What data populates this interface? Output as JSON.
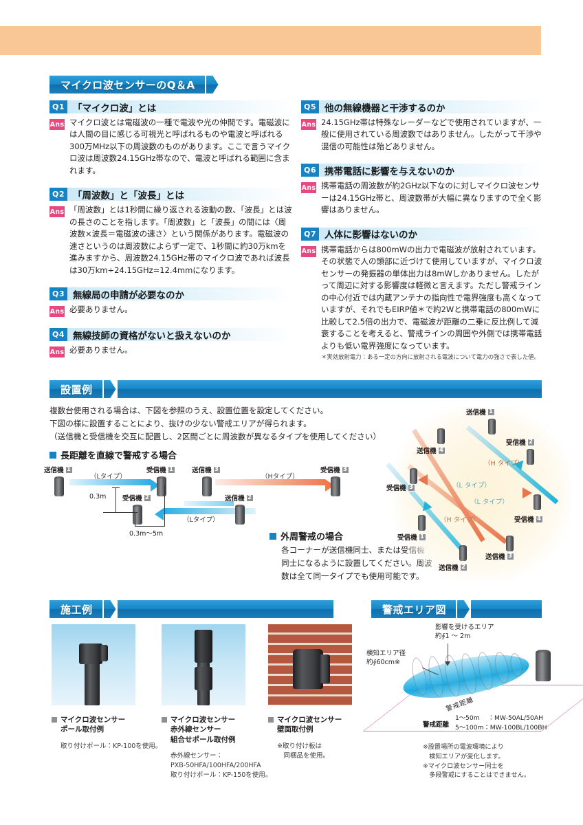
{
  "page": {
    "banner_color": "#f9c795",
    "accent_blue": "#1782c4",
    "accent_pink": "#e6497f"
  },
  "qa_section": {
    "heading": "マイクロ波センサーのQ＆A",
    "ans_badge": "Ans",
    "left": [
      {
        "id": "Q1",
        "question": "「マイクロ波」とは",
        "answer": "マイクロ波とは電磁波の一種で電波や光の仲間です。電磁波には人間の目に感じる可視光と呼ばれるものや電波と呼ばれる300万MHz以下の周波数のものがあります。ここで言うマイクロ波は周波数24.15GHz帯なので、電波と呼ばれる範囲に含まれます。"
      },
      {
        "id": "Q2",
        "question": "「周波数」と「波長」とは",
        "answer": "「周波数」とは1秒間に繰り返される波動の数、「波長」とは波の長さのことを指します。「周波数」と「波長」の間には〈周波数×波長＝電磁波の速さ〉という関係があります。電磁波の速さというのは周波数によらず一定で、1秒間に約30万kmを進みますから、周波数24.15GHz帯のマイクロ波であれば波長は30万km÷24.15GHz=12.4mmになります。"
      },
      {
        "id": "Q3",
        "question": "無線局の申請が必要なのか",
        "answer": "必要ありません。"
      },
      {
        "id": "Q4",
        "question": "無線技師の資格がないと扱えないのか",
        "answer": "必要ありません。"
      }
    ],
    "right": [
      {
        "id": "Q5",
        "question": "他の無線機器と干渉するのか",
        "answer": "24.15GHz帯は特殊なレーダーなどで使用されていますが、一般に使用されている周波数ではありません。したがって干渉や混信の可能性は殆どありません。"
      },
      {
        "id": "Q6",
        "question": "携帯電話に影響を与えないのか",
        "answer": "携帯電話の周波数が約2GHz以下なのに対しマイクロ波センサーは24.15GHz帯と、周波数帯が大幅に異なりますので全く影響はありません。"
      },
      {
        "id": "Q7",
        "question": "人体に影響はないのか",
        "answer": "携帯電話からは800mWの出力で電磁波が放射されています。その状態で人の頭部に近づけて使用していますが、マイクロ波センサーの発振器の単体出力は8mWしかありません。したがって周辺に対する影響度は軽微と言えます。ただし警戒ラインの中心付近では内蔵アンテナの指向性で電界強度も高くなっていますが、それでもEIRP値＊で約2Wと携帯電話の800mWに比較して2.5倍の出力で、電磁波が距離の二乗に反比例して減衰することを考えると、警戒ラインの周囲や外側では携帯電話よりも低い電界強度になっています。",
        "footnote": "＊実効放射電力：ある一定の方向に放射される電波について電力の強さで表した値。"
      }
    ]
  },
  "install_section": {
    "heading": "設置例",
    "intro_line1": "複数台使用される場合は、下図を参照のうえ、設置位置を設定してください。",
    "intro_line2": "下図の様に設置することにより、抜けの少ない警戒エリアが得られます。",
    "intro_line3": "（送信機と受信機を交互に配置し、2区間ごとに周波数が異なるタイプを使用してください）",
    "straight": {
      "title": "長距離を直線で警戒する場合",
      "devices": [
        {
          "label": "送信機",
          "num": "1"
        },
        {
          "label": "受信機",
          "num": "1"
        },
        {
          "label": "送信機",
          "num": "3"
        },
        {
          "label": "受信機",
          "num": "3"
        },
        {
          "label": "受信機",
          "num": "2"
        },
        {
          "label": "送信機",
          "num": "2"
        }
      ],
      "type_l_top": "（Lタイプ）",
      "type_h_top": "（Hタイプ）",
      "type_l_bottom": "（Lタイプ）",
      "dim_vertical": "0.3m",
      "dim_horizontal": "0.3m～5m"
    },
    "perimeter": {
      "title": "外周警戒の場合",
      "body_line1": "各コーナーが送信機同士、または受信機",
      "body_line2": "同士になるように設置してください。周波",
      "body_line3": "数は全て同一タイプでも使用可能です。",
      "devices": [
        {
          "label": "送信機",
          "num": "1"
        },
        {
          "label": "受信機",
          "num": "2"
        },
        {
          "label": "受信機",
          "num": "4"
        },
        {
          "label": "送信機",
          "num": "3"
        },
        {
          "label": "送信機",
          "num": "2"
        },
        {
          "label": "受信機",
          "num": "1"
        },
        {
          "label": "受信機",
          "num": "3"
        },
        {
          "label": "送信機",
          "num": "4"
        }
      ],
      "type_h_upper": "（H タイプ）",
      "type_l_upper": "（L タイプ）",
      "type_l_lower": "（L タイプ）",
      "type_h_lower": "（H タイプ）"
    }
  },
  "construction_section": {
    "heading": "施工例",
    "items": [
      {
        "title_line1": "マイクロ波センサー",
        "title_line2": "ポール取付例",
        "title_line3": "",
        "body": "取り付けポール：KP-100を使用。"
      },
      {
        "title_line1": "マイクロ波センサー",
        "title_line2": "赤外線センサー",
        "title_line3": "組合せポール取付例",
        "body": "赤外線センサー：\nPXB-50HFA/100HFA/200HFA\n取り付けポール：KP-150を使用。"
      },
      {
        "title_line1": "マイクロ波センサー",
        "title_line2": "壁面取付例",
        "title_line3": "",
        "body": "※取り付け板は\n　同梱品を使用。"
      }
    ]
  },
  "area_section": {
    "heading": "警戒エリア図",
    "ann_detect_line1": "検知エリア径",
    "ann_detect_line2": "約∮60cm※",
    "ann_affect_line1": "影響を受けるエリア",
    "ann_affect_line2": "約∮1 ～ 2m",
    "ann_distance": "警戒距離",
    "dist_label": "警戒距離",
    "dist_rows": [
      {
        "range": "1～50m",
        "models": "MW-50AL/50AH"
      },
      {
        "range": "5～100m",
        "models": "MW-100BL/100BH"
      }
    ],
    "notes": [
      "※設置場所の電波環境により",
      "　検知エリアが変化します。",
      "※マイクロ波センサー同士を",
      "　多段警戒にすることはできません。"
    ]
  }
}
